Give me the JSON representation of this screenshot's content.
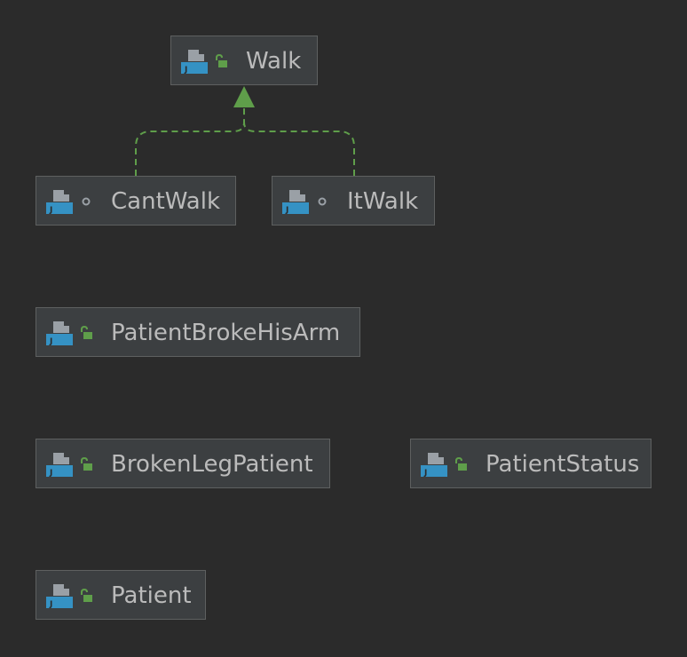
{
  "colors": {
    "background": "#2b2b2b",
    "node_fill": "#3c3f41",
    "node_border": "#5e6060",
    "text": "#bbbbbb",
    "icon_gray": "#9aa0a6",
    "icon_blue": "#3592c4",
    "public_green": "#5f9e4a",
    "edge_green": "#5f9e4a",
    "package_private_gray": "#9aa0a6"
  },
  "nodes": {
    "walk": {
      "label": "Walk",
      "visibility": "public",
      "icon": "java-class-icon"
    },
    "cant_walk": {
      "label": "CantWalk",
      "visibility": "package-private",
      "icon": "java-class-icon"
    },
    "it_walk": {
      "label": "ItWalk",
      "visibility": "package-private",
      "icon": "java-class-icon"
    },
    "patient_broke_his_arm": {
      "label": "PatientBrokeHisArm",
      "visibility": "public",
      "icon": "java-class-icon"
    },
    "broken_leg_patient": {
      "label": "BrokenLegPatient",
      "visibility": "public",
      "icon": "java-class-icon"
    },
    "patient_status": {
      "label": "PatientStatus",
      "visibility": "public",
      "icon": "java-class-icon"
    },
    "patient": {
      "label": "Patient",
      "visibility": "public",
      "icon": "java-class-icon"
    }
  },
  "edges": [
    {
      "from": "cant_walk",
      "to": "walk",
      "type": "implements",
      "style": "dashed"
    },
    {
      "from": "it_walk",
      "to": "walk",
      "type": "implements",
      "style": "dashed"
    }
  ]
}
